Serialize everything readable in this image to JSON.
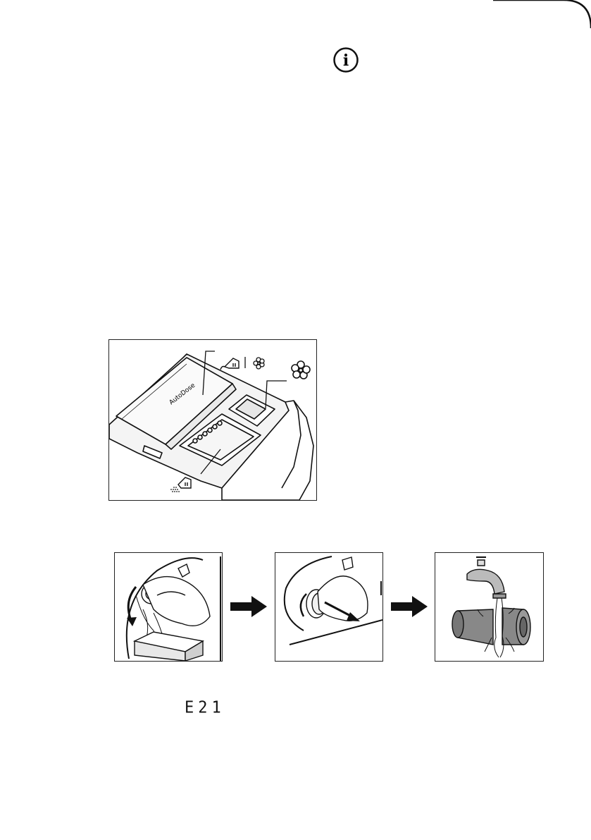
{
  "info_icon": {
    "glyph": "i"
  },
  "dispenser_figure": {
    "brand_text": "AutoDose",
    "icons": [
      "liquid-detergent-icon",
      "fabric-softener-icon",
      "powder-detergent-icon"
    ]
  },
  "filter_steps": [
    {
      "name": "unscrew-and-drain"
    },
    {
      "name": "remove-filter"
    },
    {
      "name": "rinse-under-tap"
    }
  ],
  "error_display": {
    "code": "E21"
  }
}
